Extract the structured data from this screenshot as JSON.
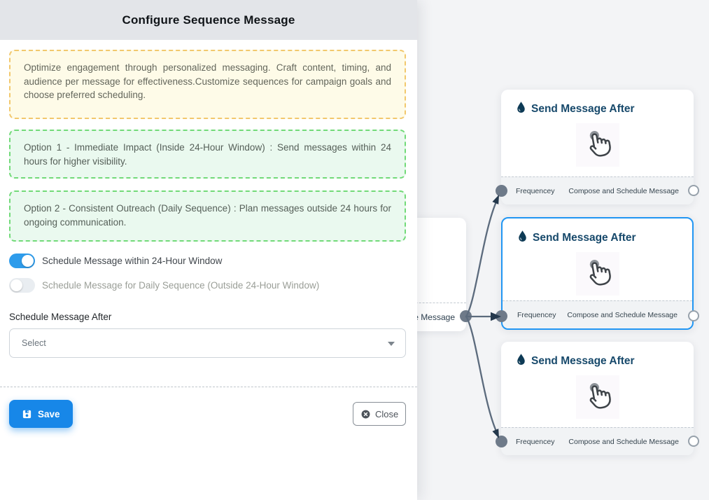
{
  "modal": {
    "title": "Configure Sequence Message",
    "intro": "Optimize engagement through personalized messaging. Craft content, timing, and audience per message for effectiveness.Customize sequences for campaign goals and choose preferred scheduling.",
    "options": [
      {
        "text": "Option 1 - Immediate Impact (Inside 24-Hour Window) : Send messages within 24 hours for higher visibility."
      },
      {
        "text": "Option 2 - Consistent Outreach (Daily Sequence) : Plan messages outside 24 hours for ongoing communication."
      }
    ],
    "toggles": [
      {
        "label": "Schedule Message within 24-Hour Window",
        "on": true
      },
      {
        "label": "Schedule Message for Daily Sequence (Outside 24-Hour Window)",
        "on": false
      }
    ],
    "schedule_after": {
      "label": "Schedule Message After",
      "value": "Select"
    },
    "actions": {
      "save": "Save",
      "close": "Close"
    }
  },
  "canvas": {
    "source_node": {
      "label": "ce Message"
    },
    "nodes": [
      {
        "title": "Send Message After",
        "left_port": "Frequencey",
        "right_port": "Compose and Schedule Message",
        "selected": false
      },
      {
        "title": "Send Message After",
        "left_port": "Frequencey",
        "right_port": "Compose and Schedule Message",
        "selected": true
      },
      {
        "title": "Send Message After",
        "left_port": "Frequencey",
        "right_port": "Compose and Schedule Message",
        "selected": false
      }
    ]
  },
  "icons": {
    "node_title": "water-drop-icon",
    "node_body": "tap-hand-icon",
    "save": "floppy-icon",
    "close": "circle-x-icon",
    "select": "chevron-down-icon"
  },
  "colors": {
    "accent_blue": "#1787e8",
    "toggle_on": "#2e9ceb",
    "selected_node_border": "#2196f3",
    "edge": "#5c6b7d",
    "arrow": "#24384c",
    "handle": "#6e7a89",
    "warning_border": "#f2c86d",
    "warning_bg": "#fefbe8",
    "success_border": "#72da78",
    "success_bg": "#eaf9ef",
    "header_bg": "#e3e5e9",
    "canvas_bg": "#f3f4f6"
  }
}
